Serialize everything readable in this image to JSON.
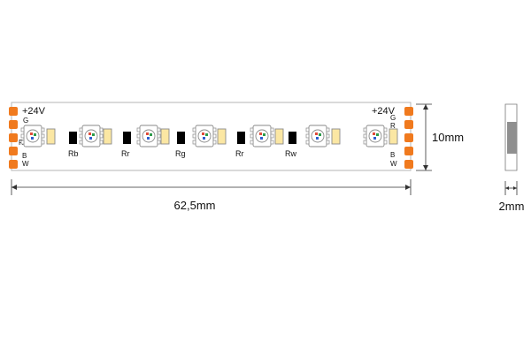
{
  "diagram": {
    "left_end": {
      "voltage": "+24V",
      "pads": [
        "G",
        "R",
        "B",
        "W"
      ]
    },
    "right_end": {
      "voltage": "+24V",
      "pads": [
        "G",
        "R",
        "B",
        "W"
      ]
    },
    "resistor_labels": [
      "Rb",
      "Rr",
      "Rg",
      "Rr",
      "Rw"
    ],
    "dimensions": {
      "length": "62,5mm",
      "width": "10mm",
      "thickness": "2mm"
    },
    "colors": {
      "pad": "#f07a1e",
      "strip_outline": "#b5b5b5",
      "resistor": "#000000",
      "white_led": "#fbe7a3",
      "side_view": "#8f8f8f"
    }
  }
}
